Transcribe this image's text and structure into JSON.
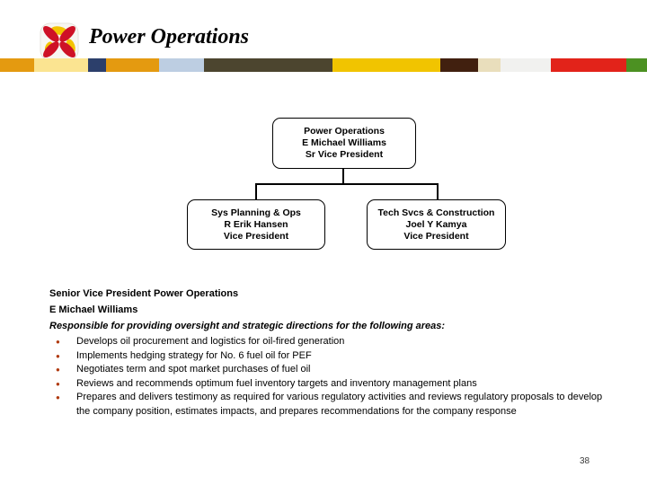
{
  "slide": {
    "title": "Power Operations",
    "page_number": "38"
  },
  "stripe": {
    "segments": [
      {
        "color": "#E49A10",
        "width": 38
      },
      {
        "color": "#FBE491",
        "width": 60
      },
      {
        "color": "#2C3F6B",
        "width": 20
      },
      {
        "color": "#E49A10",
        "width": 59
      },
      {
        "color": "#BDCEE2",
        "width": 50
      },
      {
        "color": "#4C452F",
        "width": 143
      },
      {
        "color": "#F1C400",
        "width": 120
      },
      {
        "color": "#41200F",
        "width": 42
      },
      {
        "color": "#E9DEBC",
        "width": 25
      },
      {
        "color": "#F1F1EF",
        "width": 56
      },
      {
        "color": "#E2231A",
        "width": 84
      },
      {
        "color": "#4C9122",
        "width": 23
      }
    ]
  },
  "org_chart": {
    "root": {
      "line1": "Power Operations",
      "line2": "E Michael Williams",
      "line3": "Sr Vice President"
    },
    "left_child": {
      "line1": "Sys Planning & Ops",
      "line2": "R Erik Hansen",
      "line3": "Vice President"
    },
    "right_child": {
      "line1": "Tech Svcs & Construction",
      "line2": "Joel Y Kamya",
      "line3": "Vice President"
    }
  },
  "description": {
    "heading": "Senior Vice President Power Operations",
    "name": "E Michael Williams",
    "intro": "Responsible for providing oversight and strategic directions for the following areas:",
    "bullet_color": "#B03A10",
    "bullet_glyph": "●",
    "bullets": [
      "Develops oil procurement and logistics for oil-fired generation",
      "Implements hedging strategy for No. 6 fuel oil for PEF",
      "Negotiates term and spot market purchases of fuel oil",
      "Reviews and recommends optimum fuel inventory targets and inventory management plans",
      "Prepares and delivers testimony as required for various regulatory activities and reviews regulatory proposals to develop the company position, estimates impacts, and prepares recommendations for the company response"
    ]
  }
}
